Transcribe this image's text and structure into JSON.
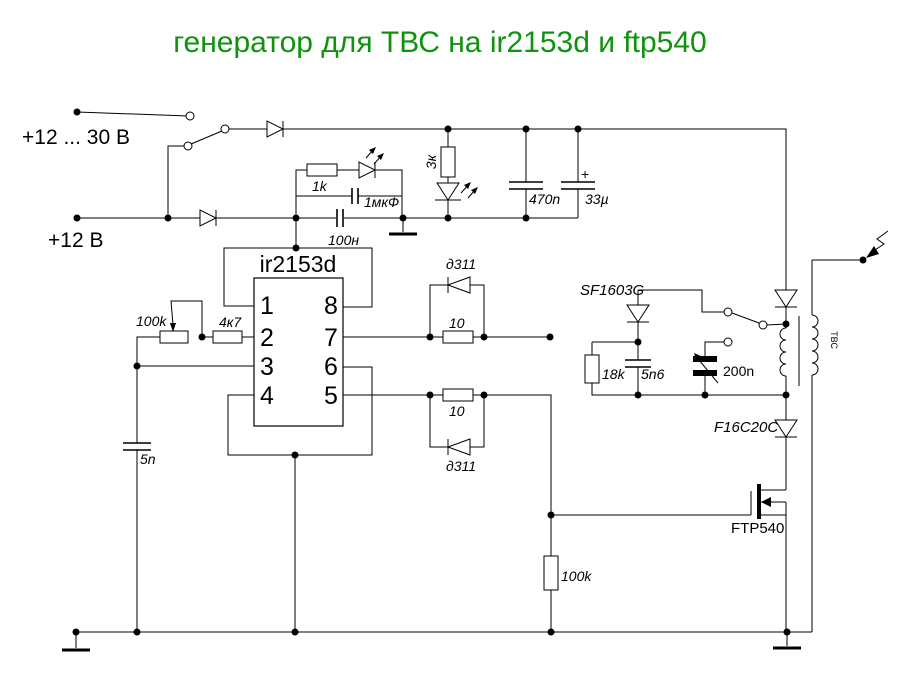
{
  "title": {
    "text": "генератор для ТВС на ir2153d и ftp540",
    "color": "#0f930f"
  },
  "terminals": {
    "high": "+12 ... 30 В",
    "low": "+12 В"
  },
  "ic": {
    "name": "ir2153d",
    "pins": [
      "1",
      "2",
      "3",
      "4",
      "5",
      "6",
      "7",
      "8"
    ]
  },
  "labels": {
    "r_indicator": "1k",
    "c_indicator": "1мкФ",
    "c_bypass": "100н",
    "r_led": "3к",
    "c_filter_small": "470n",
    "c_filter_big": "33µ",
    "c_filter_big_plus": "+",
    "pot_freq": "100k",
    "r_timing": "4к7",
    "c_timing": "5n",
    "d_ho": "д311",
    "r_ho": "10",
    "r_lo": "10",
    "d_lo": "д311",
    "d_snubber": "SF1603G",
    "r_snubber": "18k",
    "c_snubber": "5n6",
    "c_resonant": "200n",
    "d_output": "F16C20C",
    "q_mosfet": "FTP540",
    "r_gate_pulldown": "100k",
    "transformer": "ТВС"
  }
}
